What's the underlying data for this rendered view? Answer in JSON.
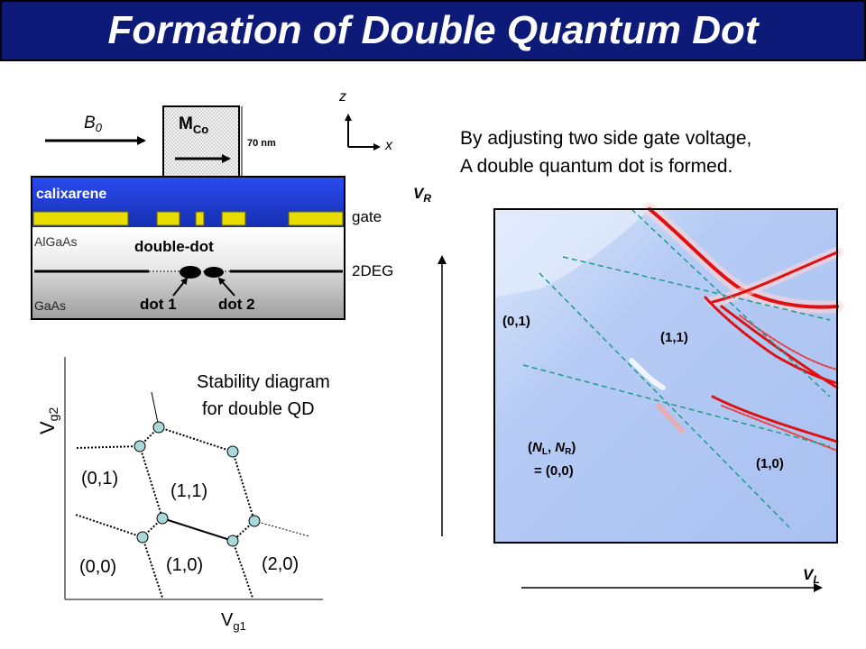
{
  "title": "Formation of Double Quantum Dot",
  "device": {
    "field_base": "B",
    "field_sub": "0",
    "magnet_base": "M",
    "magnet_sub": "Co",
    "height_label": "70 nm",
    "axis_z": "z",
    "axis_x": "x",
    "layer_top": "calixarene",
    "layer_mid": "AlGaAs",
    "layer_bottom": "GaAs",
    "center_label": "double-dot",
    "dot1": "dot 1",
    "dot2": "dot 2",
    "gate_label": "gate",
    "twodeg_label": "2DEG"
  },
  "description": {
    "line1": "By adjusting two side gate voltage,",
    "line2": "A double quantum dot is formed."
  },
  "stability": {
    "caption_line1": "Stability diagram",
    "caption_line2": "for double QD",
    "ylabel_base": "V",
    "ylabel_sub": "g2",
    "xlabel_base": "V",
    "xlabel_sub": "g1",
    "regions": [
      "(0,1)",
      "(1,1)",
      "(0,0)",
      "(1,0)",
      "(2,0)"
    ]
  },
  "measurement": {
    "ylabel_base": "V",
    "ylabel_sub": "R",
    "xlabel_base": "V",
    "xlabel_sub": "L",
    "region_01": "(0,1)",
    "region_11": "(1,1)",
    "region_10": "(1,0)",
    "nl_open": "(",
    "nl_base": "N",
    "nl_sub": "L",
    "nl_sep": ", ",
    "nr_base": "N",
    "nr_sub": "R",
    "nl_close": ")",
    "eq_line": "= (0,0)"
  },
  "colors": {
    "title_bg": "#0d1a78",
    "calixarene": "#1f3fd6",
    "gate_metal": "#e8dc00",
    "plot_bg": "#b9cdf5",
    "resonance": "#e01010",
    "guide_line": "#1f9a8a"
  }
}
